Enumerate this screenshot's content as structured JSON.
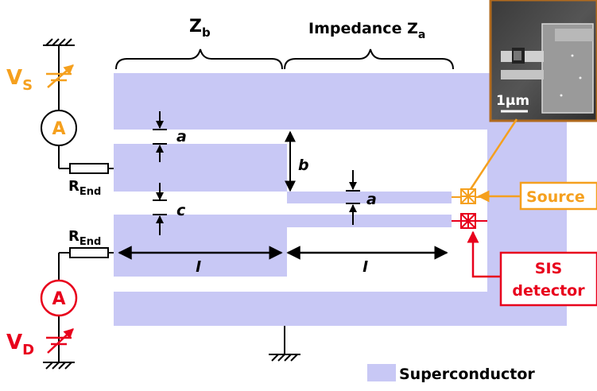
{
  "labels": {
    "zb_main": "Z",
    "zb_sub": "b",
    "za_main": "Impedance Z",
    "za_sub": "a",
    "a_top": "a",
    "a_mid": "a",
    "b": "b",
    "c": "c",
    "l_left": "l",
    "l_right": "l",
    "vs_main": "V",
    "vs_sub": "S",
    "vd_main": "V",
    "vd_sub": "D",
    "ammeter_top": "A",
    "ammeter_bottom": "A",
    "rend_top_main": "R",
    "rend_top_sub": "End",
    "rend_bottom_main": "R",
    "rend_bottom_sub": "End",
    "source": "Source",
    "sis_line1": "SIS",
    "sis_line2": "detector",
    "inset_scale": "1µm",
    "legend": "Superconductor"
  },
  "colors": {
    "superconductor": "#c8c8f5",
    "source": "#f5a01e",
    "detector": "#e8001c",
    "ink": "#000000",
    "inset_border": "#b06a1e"
  }
}
